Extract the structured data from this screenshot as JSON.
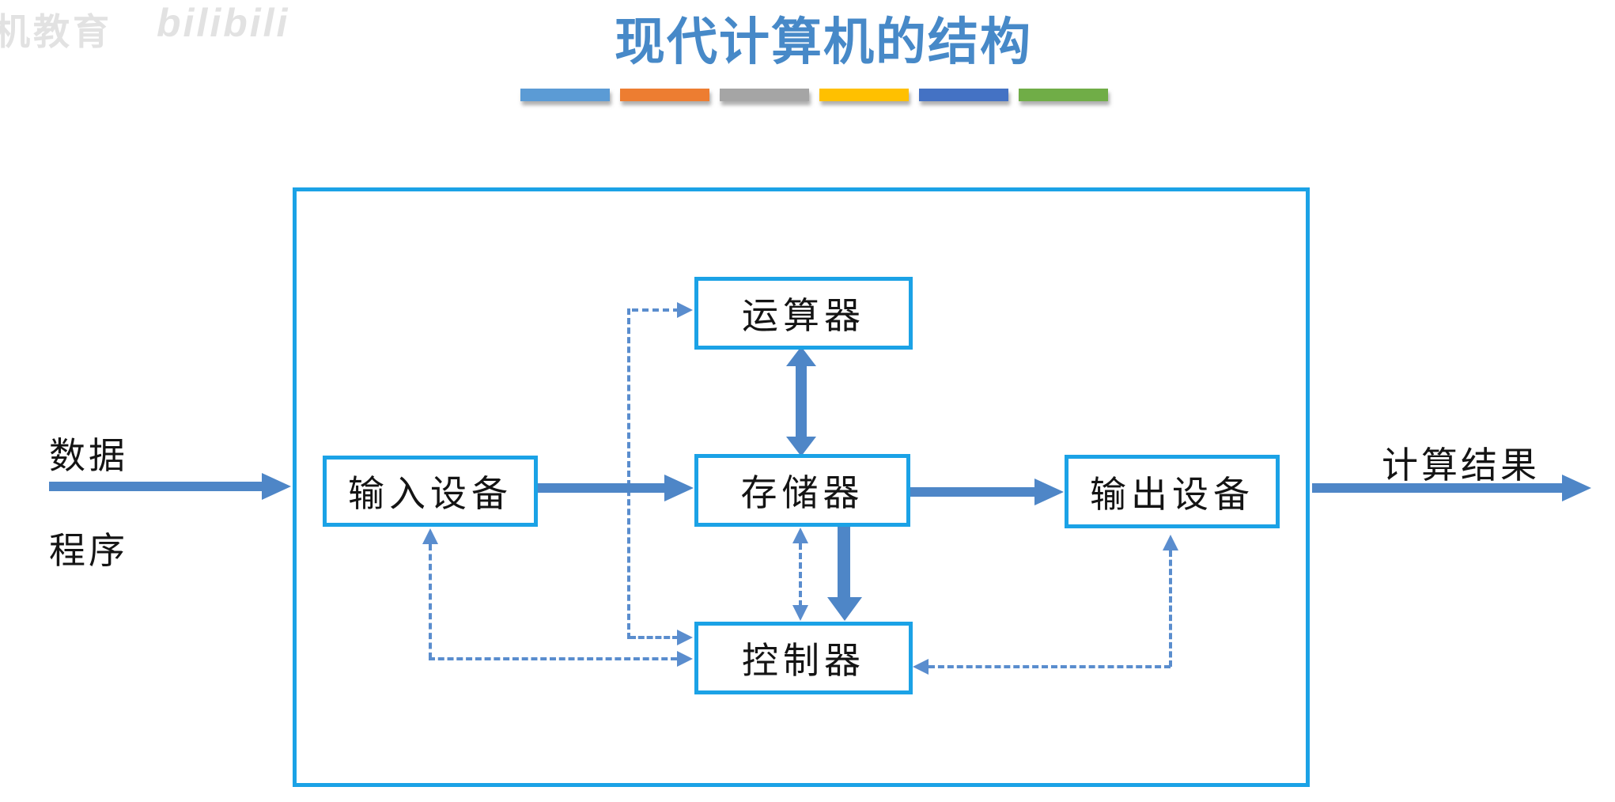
{
  "title": {
    "text": "现代计算机的结构",
    "color": "#4789c8"
  },
  "watermark": {
    "cn_fragment": "机教育",
    "brand": "bilibili",
    "color": "#e2e2e2"
  },
  "decor_bars": {
    "colors": [
      "#5B9BD5",
      "#ED7D31",
      "#A5A5A5",
      "#FFC000",
      "#4472C4",
      "#70AD47"
    ]
  },
  "labels": {
    "data": "数据",
    "program": "程序",
    "result": "计算结果"
  },
  "diagram": {
    "frame_border_color": "#1ba2e6",
    "box_border_color": "#1ba2e6",
    "solid_arrow_color": "#4e86c7",
    "dashed_arrow_color": "#5a8dce",
    "boxes": [
      {
        "id": "alu",
        "label": "运算器"
      },
      {
        "id": "input",
        "label": "输入设备"
      },
      {
        "id": "memory",
        "label": "存储器"
      },
      {
        "id": "output",
        "label": "输出设备"
      },
      {
        "id": "controller",
        "label": "控制器"
      }
    ],
    "edges": [
      {
        "from": "data/program (external)",
        "to": "input",
        "style": "solid",
        "arrows": "to"
      },
      {
        "from": "input",
        "to": "memory",
        "style": "solid",
        "arrows": "to"
      },
      {
        "from": "memory",
        "to": "output",
        "style": "solid",
        "arrows": "to"
      },
      {
        "from": "memory/frame",
        "to": "result (external)",
        "style": "solid",
        "arrows": "to"
      },
      {
        "from": "memory",
        "to": "alu",
        "style": "solid",
        "arrows": "both"
      },
      {
        "from": "memory",
        "to": "controller",
        "style": "solid",
        "arrows": "to"
      },
      {
        "from": "controller",
        "to": "memory",
        "style": "dashed",
        "arrows": "both"
      },
      {
        "from": "controller",
        "to": "alu",
        "style": "dashed",
        "arrows": "both"
      },
      {
        "from": "controller",
        "to": "input",
        "style": "dashed",
        "arrows": "both"
      },
      {
        "from": "controller",
        "to": "output",
        "style": "dashed",
        "arrows": "both"
      }
    ]
  }
}
